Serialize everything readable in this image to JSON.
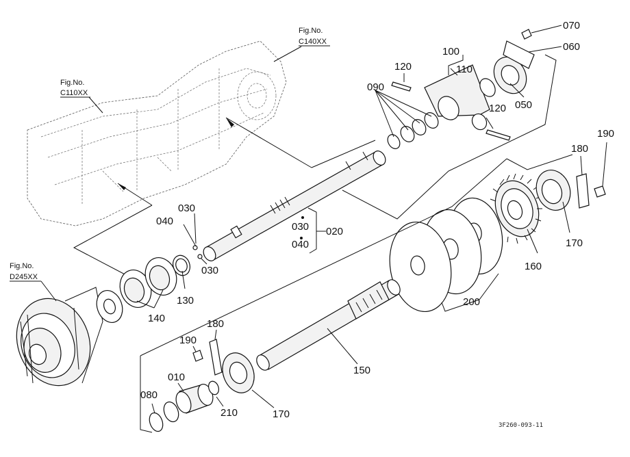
{
  "figure_refs": {
    "c110": {
      "line1": "Fig.No.",
      "line2": "C110XX"
    },
    "c140": {
      "line1": "Fig.No.",
      "line2": "C140XX"
    },
    "d245": {
      "line1": "Fig.No.",
      "line2": "D245XX"
    }
  },
  "part_numbers": {
    "p010": "010",
    "p020": "020",
    "p030_top": "030",
    "p030_mid": "030",
    "p030_low": "030",
    "p040_left": "040",
    "p040_mid": "040",
    "p050": "050",
    "p060": "060",
    "p070": "070",
    "p080": "080",
    "p090": "090",
    "p100": "100",
    "p110": "110",
    "p120_top": "120",
    "p120_right": "120",
    "p130": "130",
    "p140": "140",
    "p150": "150",
    "p160": "160",
    "p170_right": "170",
    "p170_bottom": "170",
    "p180_right": "180",
    "p180_bottom": "180",
    "p190_right": "190",
    "p190_bottom": "190",
    "p200": "200",
    "p210": "210"
  },
  "drawing_code": "3F260-093-11"
}
